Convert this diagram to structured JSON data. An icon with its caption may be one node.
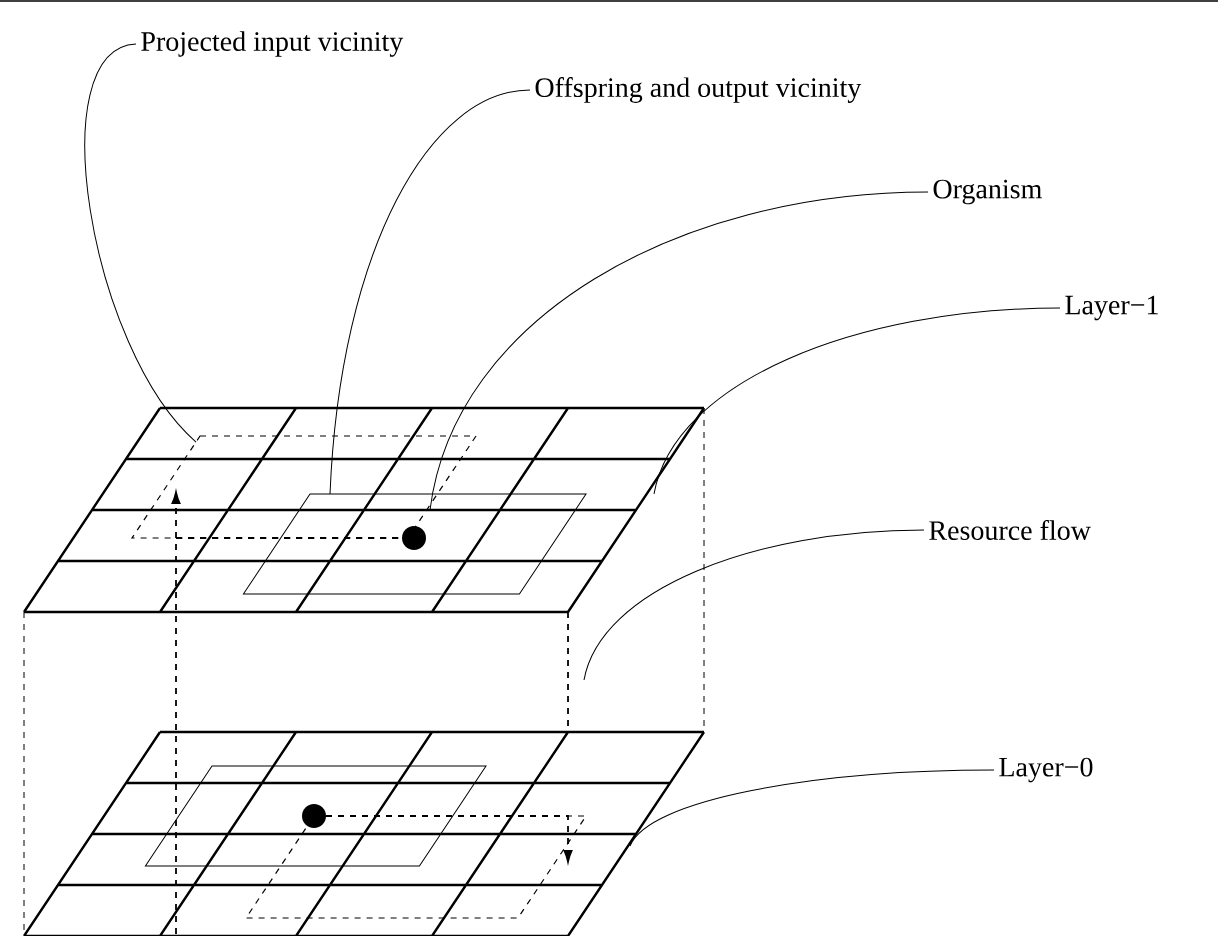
{
  "diagram": {
    "nodes": [
      {
        "text": [
          "Projected input vicinity"
        ]
      },
      {
        "text": [
          "Offspring and output vicinity"
        ]
      },
      {
        "text": [
          "Organism"
        ]
      },
      {
        "text": [
          "Layer−1"
        ]
      },
      {
        "text": [
          "Resource flow"
        ]
      },
      {
        "text": [
          "Layer−0"
        ]
      }
    ],
    "edges": [
      {
        "from": 0,
        "to": null,
        "arrow": "none"
      },
      {
        "from": 1,
        "to": null,
        "arrow": "none"
      },
      {
        "from": 2,
        "to": null,
        "arrow": "none"
      },
      {
        "from": 3,
        "to": null,
        "arrow": "none"
      },
      {
        "from": 4,
        "to": null,
        "arrow": "none"
      },
      {
        "from": 5,
        "to": null,
        "arrow": "none"
      }
    ]
  }
}
